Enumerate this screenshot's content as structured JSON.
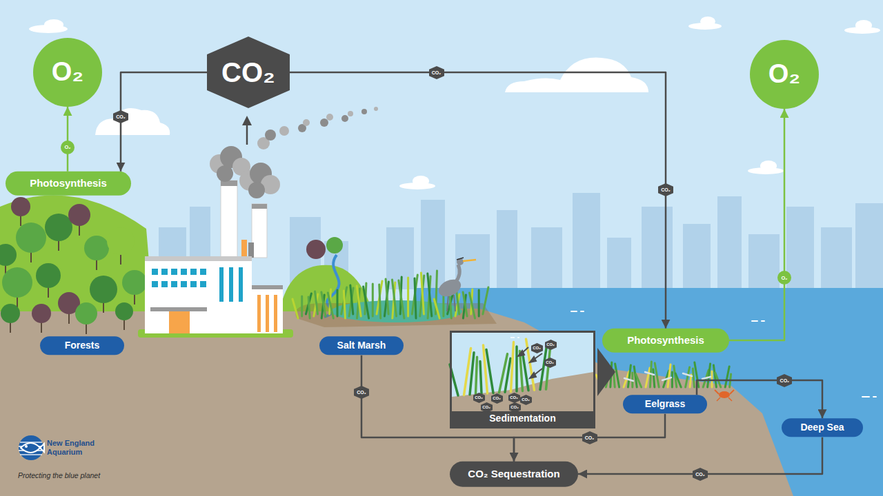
{
  "diagram": {
    "nodes": [
      {
        "text": [
          "O₂"
        ]
      },
      {
        "text": [
          "CO₂"
        ]
      },
      {
        "text": [
          "O₂"
        ]
      },
      {
        "text": [
          "Photosynthesis"
        ]
      },
      {
        "text": [
          "Forests"
        ]
      },
      {
        "text": [
          "Salt Marsh"
        ]
      },
      {
        "text": [
          "Sedimentation"
        ]
      },
      {
        "text": [
          "Photosynthesis"
        ]
      },
      {
        "text": [
          "Eelgrass"
        ]
      },
      {
        "text": [
          "Deep Sea"
        ]
      },
      {
        "text": [
          "CO₂ Sequestration"
        ]
      }
    ],
    "edges": [
      {
        "from": 1,
        "to": 3,
        "label": "CO₂",
        "arrow": "to"
      },
      {
        "from": 3,
        "to": 0,
        "label": "O₂",
        "arrow": "to"
      },
      {
        "from": 1,
        "to": 7,
        "label": "CO₂",
        "arrow": "to"
      },
      {
        "from": 7,
        "to": 2,
        "label": "O₂",
        "arrow": "to"
      },
      {
        "from": 5,
        "to": 10,
        "label": "CO₂",
        "arrow": "to"
      },
      {
        "from": 8,
        "to": 10,
        "label": "CO₂",
        "arrow": "to"
      },
      {
        "from": 8,
        "to": 9,
        "label": "CO₂",
        "arrow": "to"
      },
      {
        "from": 9,
        "to": 10,
        "label": "CO₂",
        "arrow": "to"
      }
    ],
    "labels": [
      "CO₂",
      "CO₂",
      "CO₂",
      "CO₂",
      "CO₂",
      "CO₂",
      "CO₂",
      "CO₂",
      "CO₂",
      "CO₂",
      "New England Aquarium",
      "Protecting the blue planet"
    ]
  }
}
